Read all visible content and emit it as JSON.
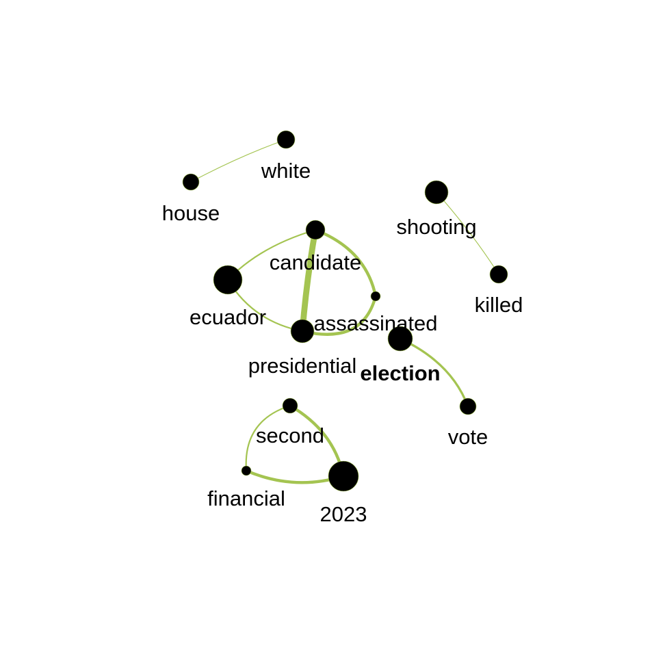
{
  "colors": {
    "edge": "#a4c451",
    "node": "#000000",
    "background": "#ffffff"
  },
  "nodes": [
    {
      "id": "white",
      "label": "white",
      "bold": false
    },
    {
      "id": "house",
      "label": "house",
      "bold": false
    },
    {
      "id": "shooting",
      "label": "shooting",
      "bold": false
    },
    {
      "id": "killed",
      "label": "killed",
      "bold": false
    },
    {
      "id": "candidate",
      "label": "candidate",
      "bold": false
    },
    {
      "id": "ecuador",
      "label": "ecuador",
      "bold": false
    },
    {
      "id": "assassinated",
      "label": "assassinated",
      "bold": false
    },
    {
      "id": "presidential",
      "label": "presidential",
      "bold": false
    },
    {
      "id": "election",
      "label": "election",
      "bold": true
    },
    {
      "id": "vote",
      "label": "vote",
      "bold": false
    },
    {
      "id": "second",
      "label": "second",
      "bold": false
    },
    {
      "id": "financial",
      "label": "financial",
      "bold": false
    },
    {
      "id": "2023",
      "label": "2023",
      "bold": false
    }
  ],
  "edges": [
    {
      "source": "house",
      "target": "white",
      "weight": 1
    },
    {
      "source": "shooting",
      "target": "killed",
      "weight": 1
    },
    {
      "source": "candidate",
      "target": "ecuador",
      "weight": 2
    },
    {
      "source": "candidate",
      "target": "presidential",
      "weight": 8
    },
    {
      "source": "candidate",
      "target": "assassinated",
      "weight": 4
    },
    {
      "source": "ecuador",
      "target": "presidential",
      "weight": 2
    },
    {
      "source": "presidential",
      "target": "assassinated",
      "weight": 4
    },
    {
      "source": "election",
      "target": "vote",
      "weight": 3
    },
    {
      "source": "second",
      "target": "financial",
      "weight": 2
    },
    {
      "source": "second",
      "target": "2023",
      "weight": 4
    },
    {
      "source": "financial",
      "target": "2023",
      "weight": 4
    }
  ]
}
